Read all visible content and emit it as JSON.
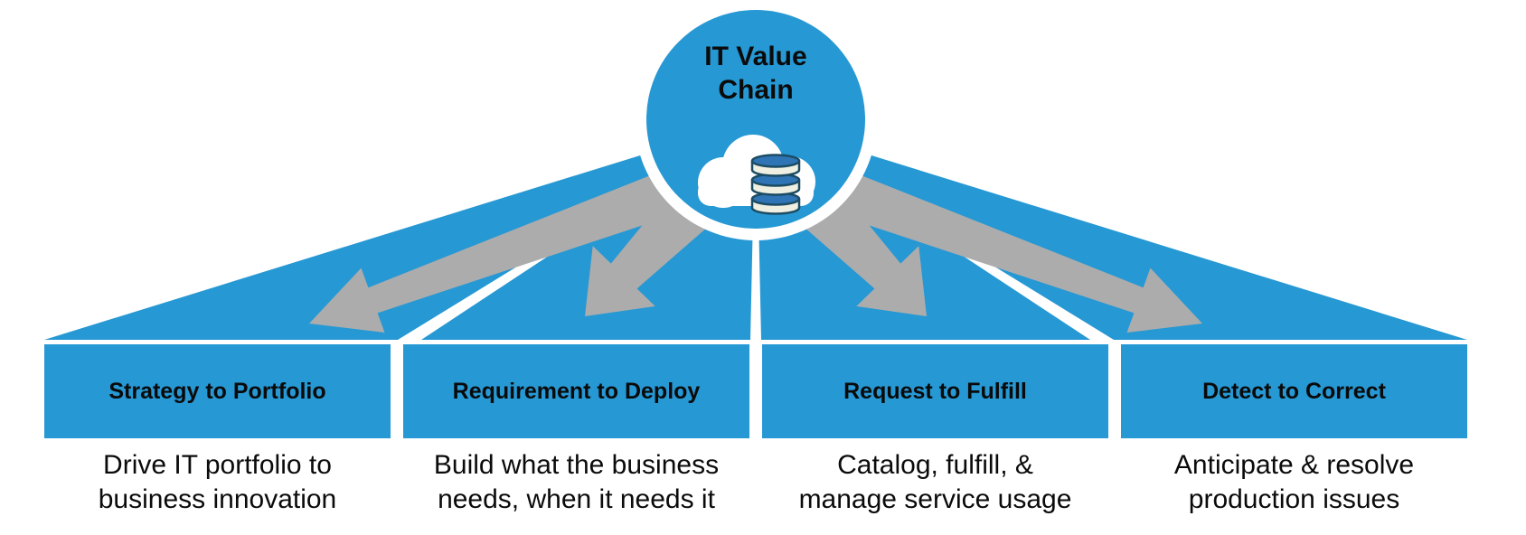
{
  "hub": {
    "title": "IT Value\nChain",
    "icon": "cloud-database"
  },
  "streams": [
    {
      "label": "Strategy to Portfolio",
      "description": "Drive IT portfolio to\nbusiness innovation"
    },
    {
      "label": "Requirement to Deploy",
      "description": "Build what the business\nneeds, when it needs it"
    },
    {
      "label": "Request to Fulfill",
      "description": "Catalog, fulfill, &\nmanage service usage"
    },
    {
      "label": "Detect to Correct",
      "description": "Anticipate & resolve\nproduction issues"
    }
  ],
  "colors": {
    "primary_blue": "#2698D4",
    "arrow_gray": "#ACACAC",
    "background": "#FFFFFF",
    "text_black": "#0B0B0B",
    "db_body_cream": "#EFEFE2",
    "db_band_blue": "#2F74B5",
    "db_outline": "#1C4C63",
    "cloud_white": "#FFFFFF"
  }
}
